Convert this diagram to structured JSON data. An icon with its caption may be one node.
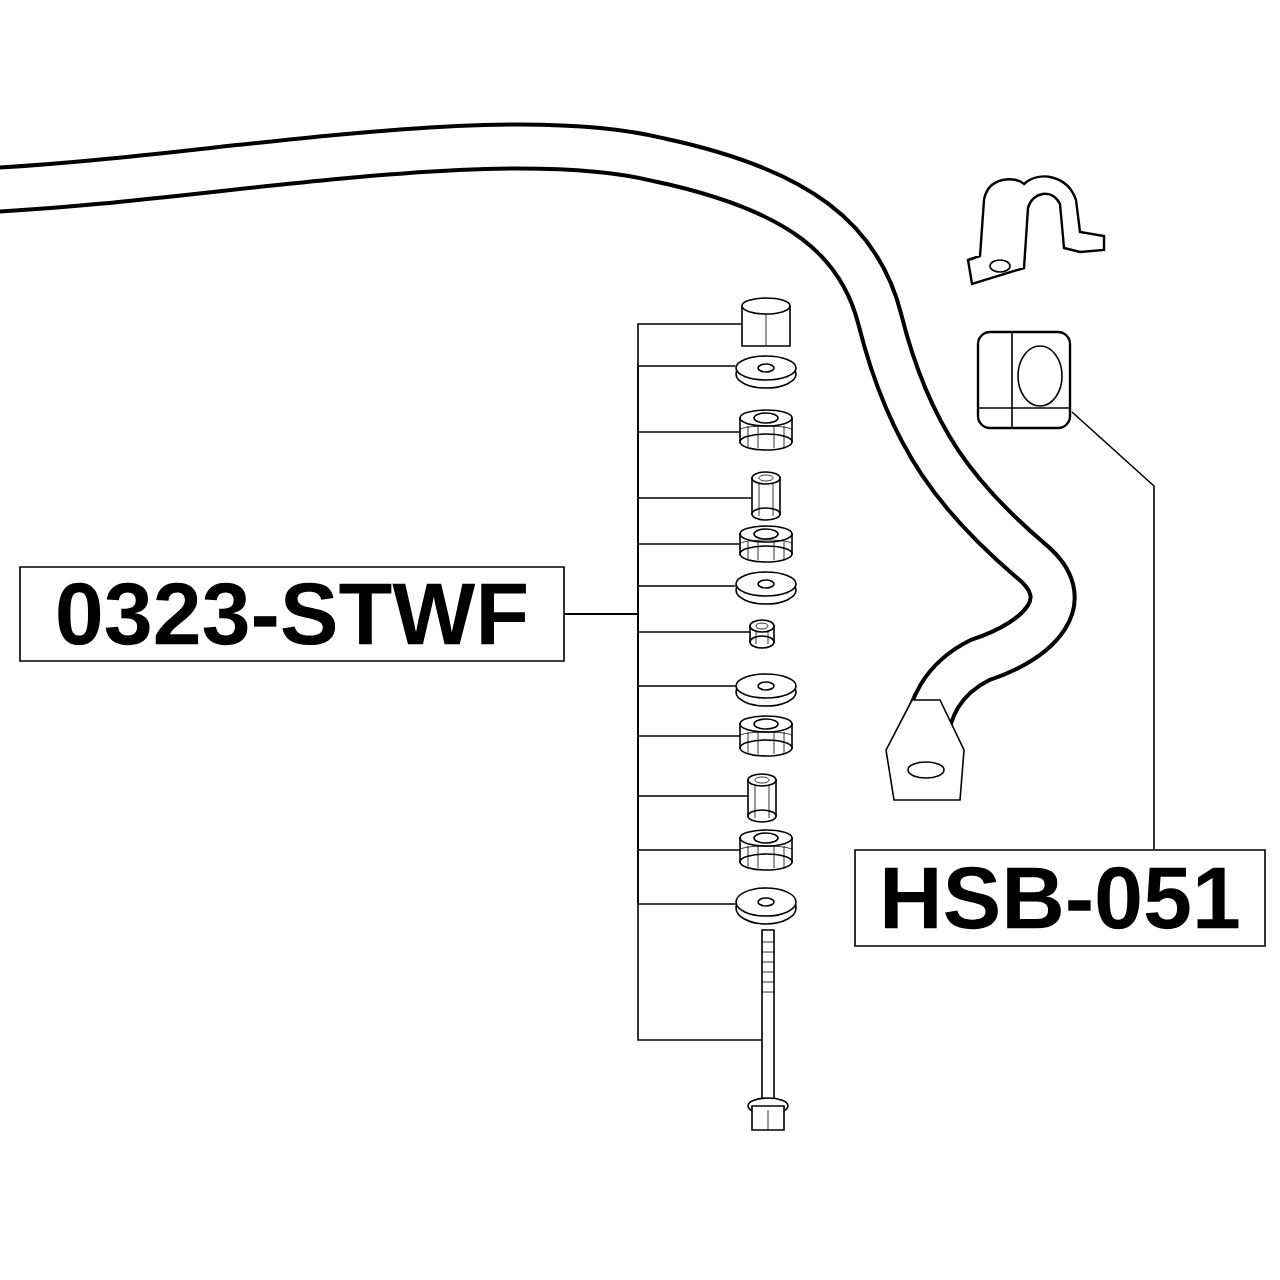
{
  "diagram": {
    "nodes": [
      {
        "text": [
          "0323-STWF"
        ]
      },
      {
        "text": [
          "HSB-051"
        ]
      },
      {
        "text": [],
        "shape": "picture"
      },
      {
        "text": [],
        "shape": "picture"
      },
      {
        "text": [],
        "shape": "picture"
      },
      {
        "text": [],
        "shape": "picture"
      },
      {
        "text": [],
        "shape": "picture"
      },
      {
        "text": [],
        "shape": "picture"
      },
      {
        "text": [],
        "shape": "picture"
      },
      {
        "text": [],
        "shape": "picture"
      },
      {
        "text": [],
        "shape": "picture"
      },
      {
        "text": [],
        "shape": "picture"
      },
      {
        "text": [],
        "shape": "picture"
      },
      {
        "text": [],
        "shape": "picture"
      },
      {
        "text": [],
        "shape": "picture"
      },
      {
        "text": [],
        "shape": "picture"
      }
    ],
    "edges": [
      {
        "from": 0,
        "to": 2,
        "arrow": "none"
      },
      {
        "from": 0,
        "to": 3,
        "arrow": "none"
      },
      {
        "from": 0,
        "to": 4,
        "arrow": "none"
      },
      {
        "from": 0,
        "to": 5,
        "arrow": "none"
      },
      {
        "from": 0,
        "to": 6,
        "arrow": "none"
      },
      {
        "from": 0,
        "to": 7,
        "arrow": "none"
      },
      {
        "from": 0,
        "to": 8,
        "arrow": "none"
      },
      {
        "from": 0,
        "to": 9,
        "arrow": "none"
      },
      {
        "from": 0,
        "to": 10,
        "arrow": "none"
      },
      {
        "from": 0,
        "to": 11,
        "arrow": "none"
      },
      {
        "from": 0,
        "to": 12,
        "arrow": "none"
      },
      {
        "from": 0,
        "to": 13,
        "arrow": "none"
      },
      {
        "from": 0,
        "to": 14,
        "arrow": "none"
      },
      {
        "from": 1,
        "to": 15,
        "arrow": "none"
      }
    ]
  }
}
